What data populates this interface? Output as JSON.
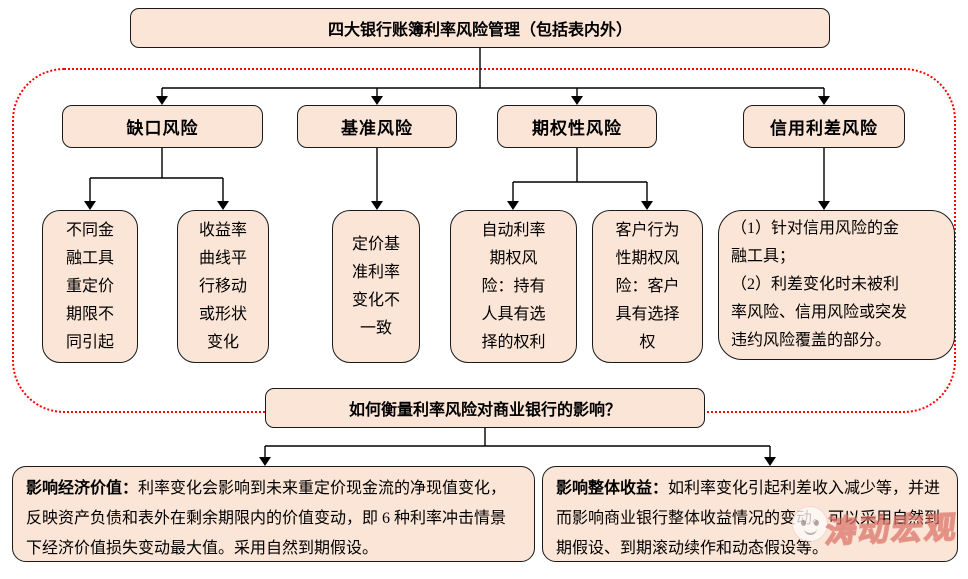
{
  "top": {
    "label": "四大银行账簿利率风险管理（包括表内外）"
  },
  "risks": [
    {
      "label": "缺口风险"
    },
    {
      "label": "基准风险"
    },
    {
      "label": "期权性风险"
    },
    {
      "label": "信用利差风险"
    }
  ],
  "causes": [
    {
      "text": "不同金\n融工具\n重定价\n期限不\n同引起"
    },
    {
      "text": "收益率\n曲线平\n行移动\n或形状\n变化"
    },
    {
      "text": "定价基\n准利率\n变化不\n一致"
    },
    {
      "text": "自动利率\n期权风\n险：持有\n人具有选\n择的权利"
    },
    {
      "text": "客户行为\n性期权风\n险：客户\n具有选择\n权"
    },
    {
      "text": "（1）针对信用风险的金\n融工具；\n（2）利差变化时未被利\n率风险、信用风险或突发\n违约风险覆盖的部分。"
    }
  ],
  "question": {
    "label": "如何衡量利率风险对商业银行的影响？"
  },
  "impacts": [
    {
      "title": "影响经济价值：",
      "body": "利率变化会影响到未来重定价现金流的净现值变化，反映资产负债和表外在剩余期限内的价值变动，即 6 种利率冲击情景下经济价值损失变动最大值。采用自然到期假设。"
    },
    {
      "title": "影响整体收益：",
      "body": "如利率变化引起利差收入减少等，并进而影响商业银行整体收益情况的变动。可以采用自然到期假设、到期滚动续作和动态假设等。"
    }
  ],
  "watermark": {
    "text": "涛动宏观",
    "logo": "smiley-face-logo"
  },
  "colors": {
    "box_fill": "#fbe5d6",
    "box_border": "#1a1a1a",
    "dashed_border": "#ff0000",
    "connector": "#000000",
    "watermark": "#da6e64",
    "background": "#ffffff"
  }
}
